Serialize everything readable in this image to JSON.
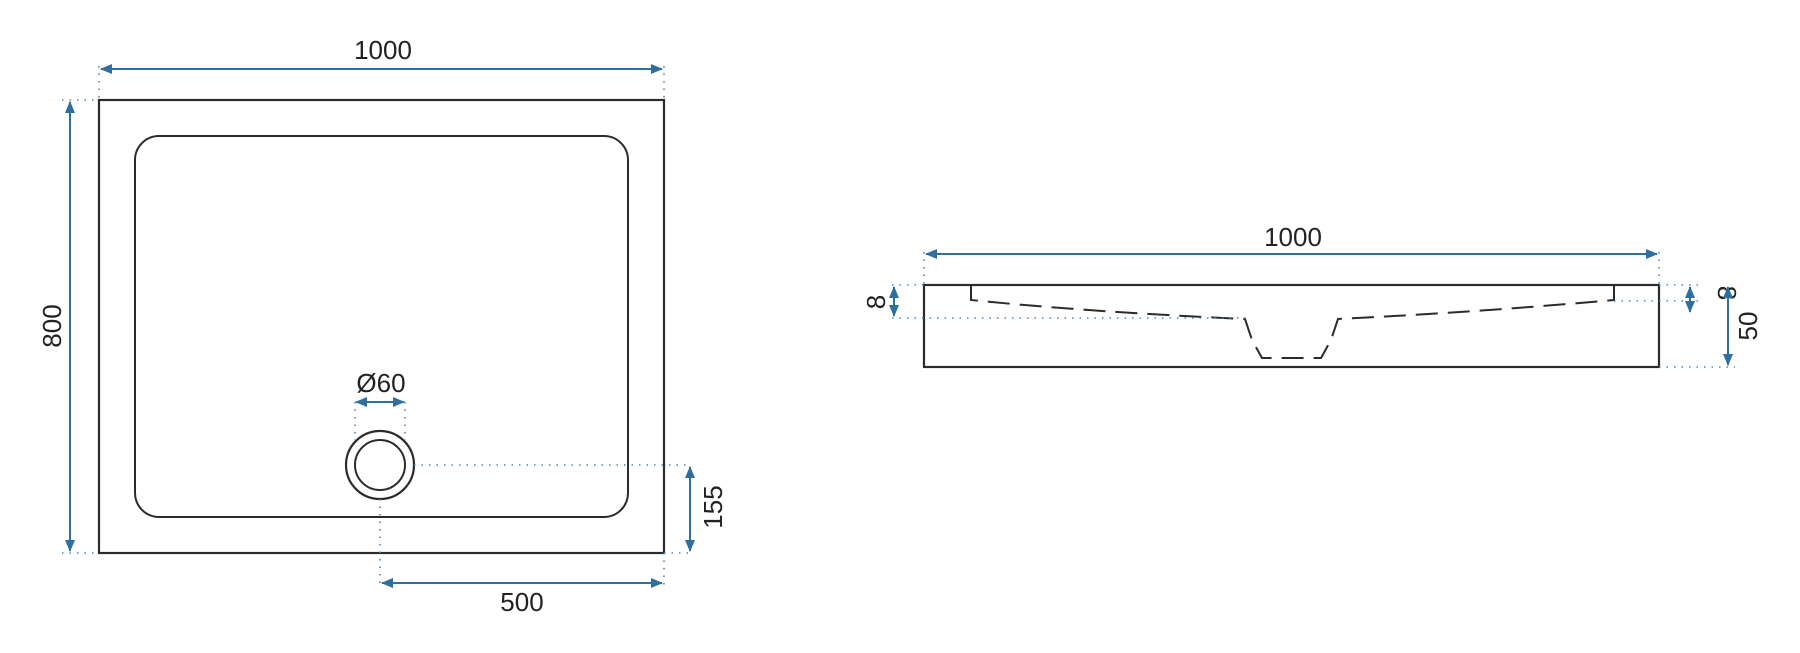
{
  "top_view": {
    "width_label": "1000",
    "height_label": "800",
    "drain_diameter_label": "Ø60",
    "drain_edge_offset_label": "155",
    "drain_center_offset_label": "500"
  },
  "side_view": {
    "width_label": "1000",
    "rim_left_label": "8",
    "rim_right_label": "8",
    "height_label": "50"
  },
  "colors": {
    "outline": "#2b2b2b",
    "dimension": "#2f6f9e",
    "text": "#222222"
  }
}
